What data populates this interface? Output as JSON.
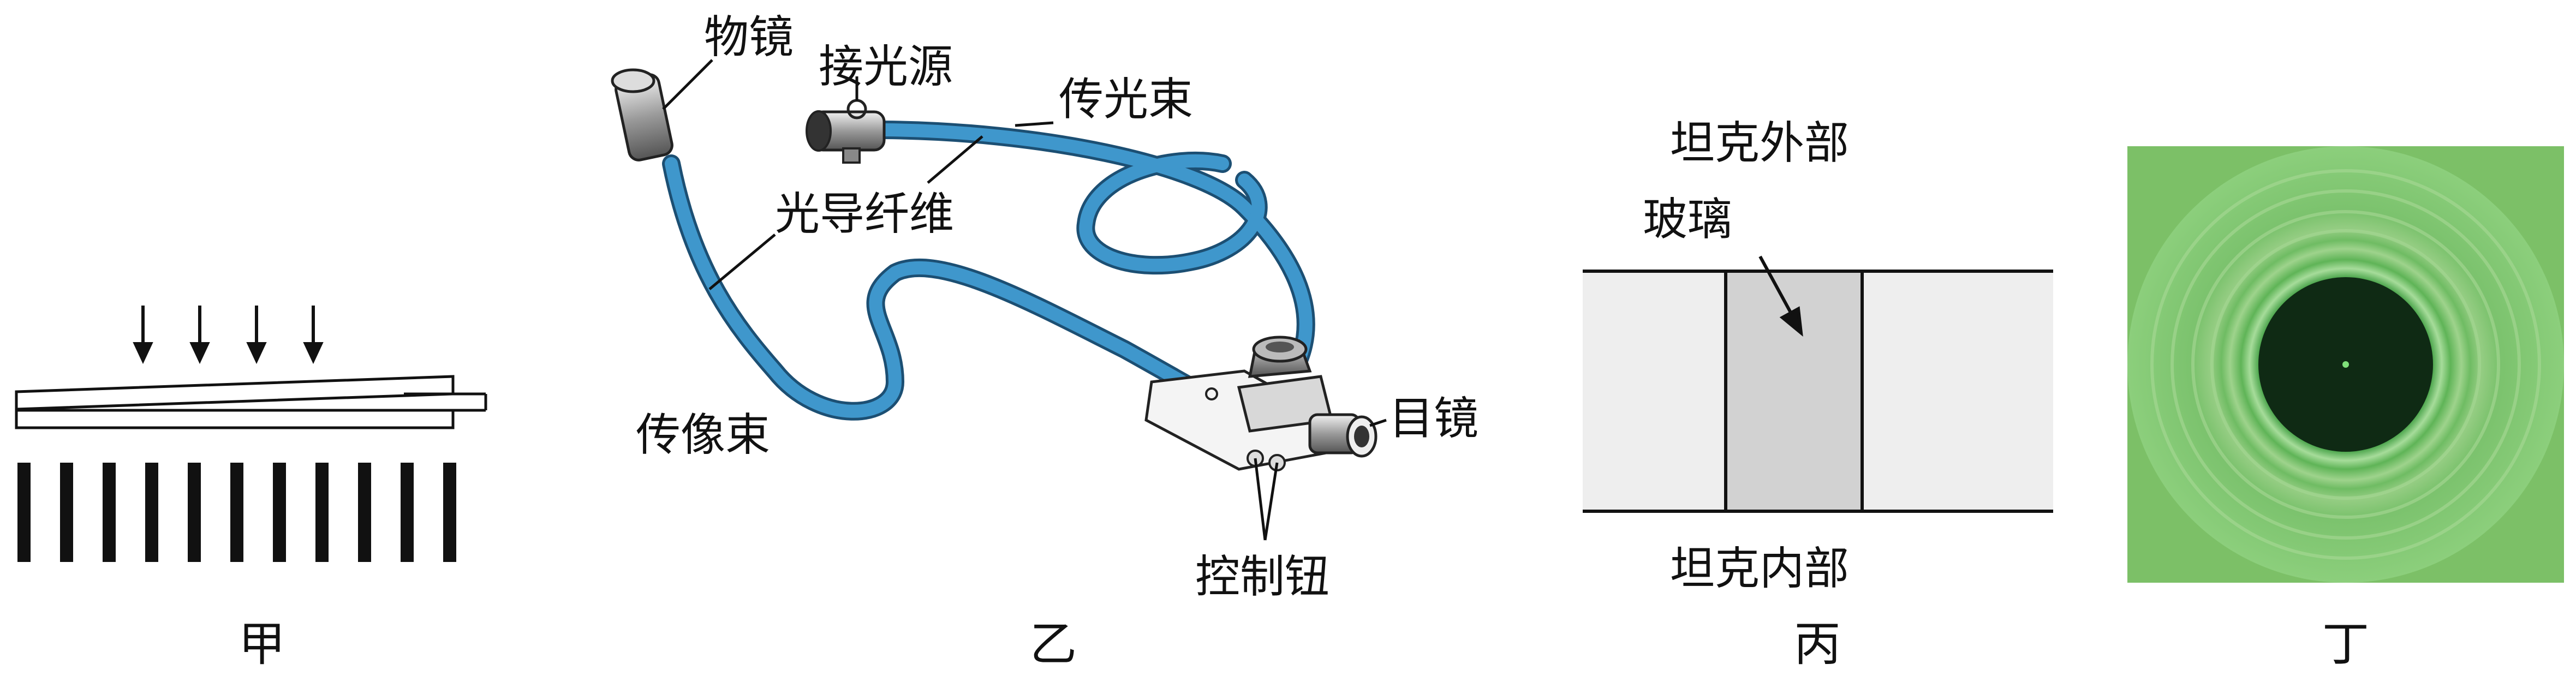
{
  "panels": {
    "jia": {
      "caption": "甲"
    },
    "yi": {
      "caption": "乙",
      "labels": {
        "objective": "物镜",
        "light_source": "接光源",
        "light_bundle": "传光束",
        "fiber": "光导纤维",
        "image_bundle": "传像束",
        "eyepiece": "目镜",
        "control_knob": "控制钮"
      }
    },
    "bing": {
      "caption": "丙",
      "labels": {
        "tank_outside": "坦克外部",
        "glass": "玻璃",
        "tank_inside": "坦克内部"
      }
    },
    "ding": {
      "caption": "丁"
    }
  },
  "colors": {
    "fiber_blue": "#3f97cc",
    "glass_gray": "#d2d2d2",
    "wall_gray": "#eeeeee",
    "ring_green": "#7cc067",
    "center_dark": "#0f2a14"
  }
}
